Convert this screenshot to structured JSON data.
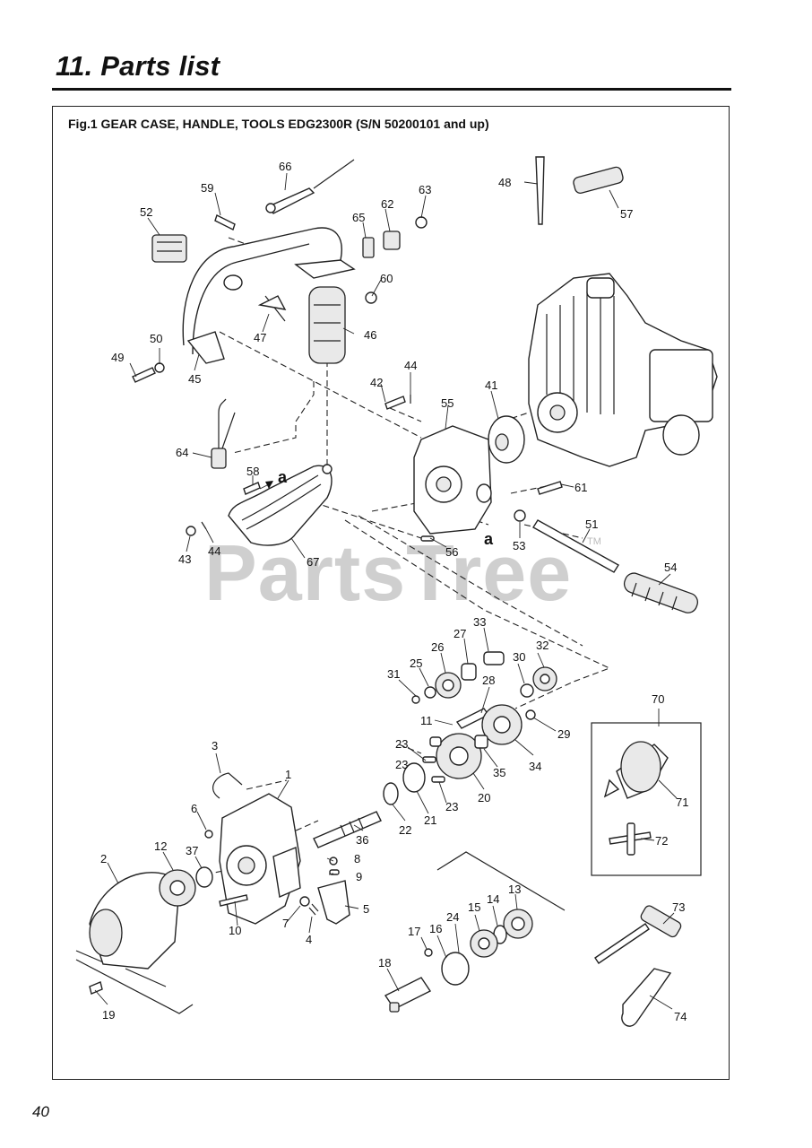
{
  "page": {
    "section_title": "11. Parts list",
    "figure_caption": "Fig.1 GEAR CASE, HANDLE, TOOLS EDG2300R  (S/N 50200101 and up)",
    "page_number": "40"
  },
  "watermark": {
    "text": "PartsTree",
    "tm": "TM"
  },
  "reference_marks": [
    "a",
    "a"
  ],
  "callouts": [
    "1",
    "2",
    "3",
    "4",
    "5",
    "6",
    "7",
    "8",
    "9",
    "10",
    "11",
    "12",
    "13",
    "14",
    "15",
    "16",
    "17",
    "18",
    "19",
    "20",
    "21",
    "22",
    "23",
    "23",
    "23",
    "24",
    "25",
    "26",
    "27",
    "28",
    "29",
    "30",
    "31",
    "32",
    "33",
    "34",
    "35",
    "36",
    "37",
    "41",
    "42",
    "43",
    "44",
    "44",
    "45",
    "46",
    "47",
    "48",
    "49",
    "50",
    "51",
    "52",
    "53",
    "54",
    "55",
    "56",
    "57",
    "58",
    "59",
    "60",
    "61",
    "62",
    "63",
    "64",
    "65",
    "66",
    "67",
    "70",
    "71",
    "72",
    "73",
    "74"
  ],
  "icons": [
    "engine-icon",
    "gear-icon",
    "bearing-icon",
    "shaft-icon",
    "handle-icon",
    "tool-wrench-icon",
    "chuck-icon"
  ]
}
